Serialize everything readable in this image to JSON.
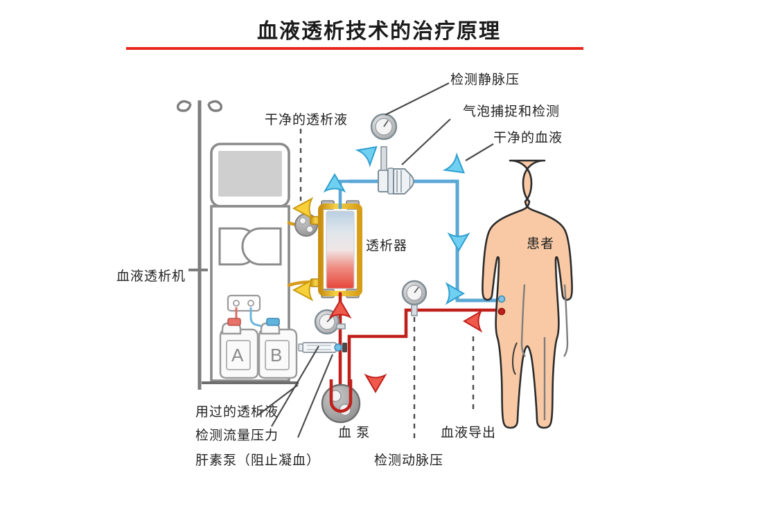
{
  "title": "血液透析技术的治疗原理",
  "accent_color": "#e8261c",
  "colors": {
    "blood_red": "#c0201b",
    "clean_blood_blue": "#5ba7d6",
    "dialysate_gold": "#d99b1c",
    "skin": "#f8c9a4",
    "machine_gray": "#8a8a8a",
    "arrow_cyan": "#4cc6f0",
    "arrow_red": "#e8493c",
    "arrow_yellow": "#f2c01e"
  },
  "labels": {
    "machine": "血液透析机",
    "clean_dialysate": "干净的透析液",
    "venous_pressure": "检测静脉压",
    "air_bubble_detect": "气泡捕捉和检测",
    "clean_blood": "干净的血液",
    "dialyzer": "透析器",
    "patient": "患者",
    "used_dialysate": "用过的透析液",
    "flow_pressure": "检测流量压力",
    "heparin_pump": "肝素泵（阻止凝血）",
    "blood_pump": "血 泵",
    "arterial_pressure": "检测动脉压",
    "blood_out": "血液导出"
  },
  "containers": {
    "jug_a": "A",
    "jug_b": "B"
  },
  "icons": {
    "venous_gauge": "pressure-gauge-icon",
    "arterial_gauge": "pressure-gauge-icon",
    "flow_gauge": "pressure-gauge-icon",
    "bubble_trap": "air-trap-chamber-icon",
    "syringe": "syringe-icon",
    "roller_pump": "roller-pump-icon",
    "iv_pole": "iv-pole-icon"
  },
  "chart_data": {
    "type": "diagram",
    "title": "血液透析技术的治疗原理",
    "nodes": [
      {
        "id": "machine",
        "label": "血液透析机"
      },
      {
        "id": "dialyzer",
        "label": "透析器"
      },
      {
        "id": "patient",
        "label": "患者"
      },
      {
        "id": "blood_pump",
        "label": "血 泵"
      },
      {
        "id": "heparin_pump",
        "label": "肝素泵（阻止凝血）"
      },
      {
        "id": "bubble_trap",
        "label": "气泡捕捉和检测"
      },
      {
        "id": "venous_gauge",
        "label": "检测静脉压"
      },
      {
        "id": "arterial_gauge",
        "label": "检测动脉压"
      },
      {
        "id": "flow_gauge",
        "label": "检测流量压力"
      },
      {
        "id": "jug_a",
        "label": "A"
      },
      {
        "id": "jug_b",
        "label": "B"
      }
    ],
    "flows": [
      {
        "from": "patient",
        "to": "blood_pump",
        "label": "血液导出",
        "color": "#c0201b"
      },
      {
        "from": "blood_pump",
        "to": "dialyzer",
        "color": "#c0201b"
      },
      {
        "from": "dialyzer",
        "to": "bubble_trap",
        "label": "干净的血液",
        "color": "#5ba7d6"
      },
      {
        "from": "bubble_trap",
        "to": "patient",
        "color": "#5ba7d6"
      },
      {
        "from": "machine",
        "to": "dialyzer",
        "label": "干净的透析液",
        "color": "#d99b1c"
      },
      {
        "from": "dialyzer",
        "to": "machine",
        "label": "用过的透析液",
        "color": "#d99b1c"
      }
    ]
  }
}
